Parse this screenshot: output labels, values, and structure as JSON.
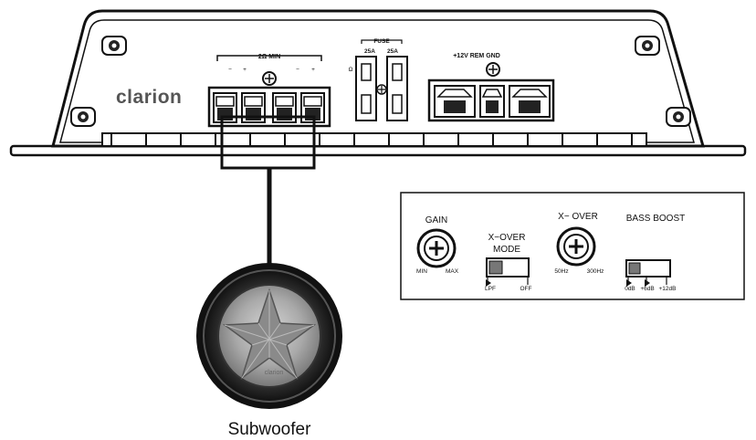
{
  "amplifier": {
    "brand": "clarion",
    "input_terminal_label": "2Ω MIN",
    "speaker_minus_1": "−",
    "speaker_plus_1": "+",
    "speaker_minus_2": "−",
    "speaker_plus_2": "+",
    "fuse_label": "FUSE",
    "fuse_rating_1": "25A",
    "fuse_rating_2": "25A",
    "fuse_side_mark": "Ω",
    "power_label": "+12V REM GND"
  },
  "control_panel": {
    "gain": {
      "label": "GAIN",
      "min": "MIN",
      "max": "MAX"
    },
    "xover_mode": {
      "label_line1": "X−OVER",
      "label_line2": "MODE",
      "left": "LPF",
      "right": "OFF"
    },
    "xover": {
      "label": "X− OVER",
      "min": "50Hz",
      "max": "300Hz"
    },
    "bass_boost": {
      "label": "BASS BOOST",
      "opt1": "0dB",
      "opt2": "+6dB",
      "opt3": "+12dB"
    }
  },
  "subwoofer": {
    "label": "Subwoofer",
    "cone_logo": "clarion"
  }
}
